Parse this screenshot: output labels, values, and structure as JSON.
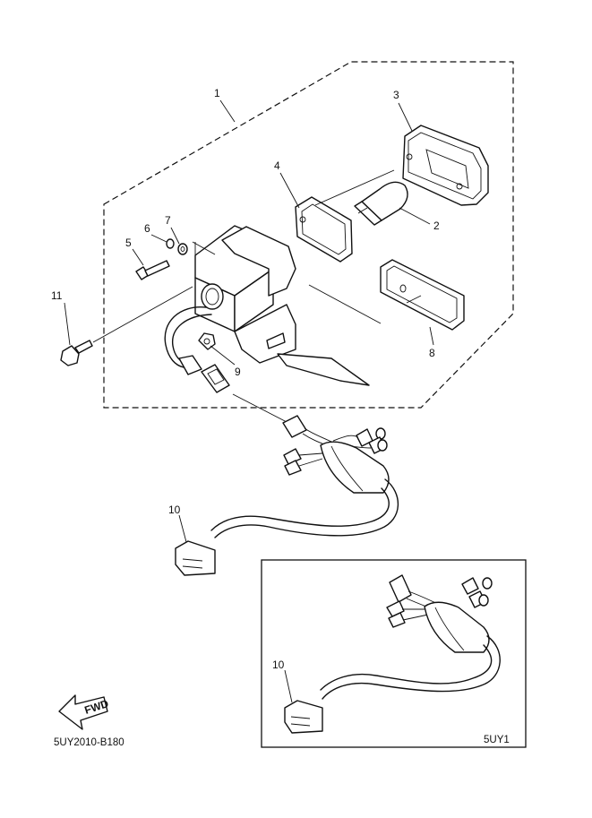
{
  "callouts": {
    "p1": "1",
    "p2": "2",
    "p3": "3",
    "p4": "4",
    "p5": "5",
    "p6": "6",
    "p7": "7",
    "p8": "8",
    "p9": "9",
    "p10a": "10",
    "p10b": "10",
    "p11": "11"
  },
  "fwd_label": "FWD",
  "diagram_code": "5UY2010-B180",
  "inset_label": "5UY1"
}
